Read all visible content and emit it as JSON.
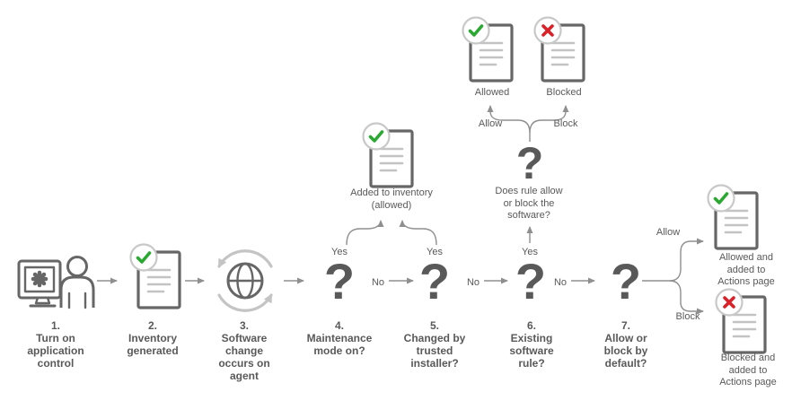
{
  "palette": {
    "text": "#595959",
    "icon_stroke": "#666666",
    "light_stroke": "#c8c8c8",
    "doc_line": "#c3c3c3",
    "connector": "#8f8f8f",
    "sync_arrow": "#c4c4c4",
    "green": "#2aa832",
    "red": "#da2128",
    "background": "#ffffff"
  },
  "glyphs": {
    "question_mark": "?"
  },
  "steps": [
    {
      "id": 1,
      "label": "1.\nTurn on\napplication\ncontrol",
      "icon": "computer-user-icon"
    },
    {
      "id": 2,
      "label": "2.\nInventory\ngenerated",
      "icon": "document-check-icon"
    },
    {
      "id": 3,
      "label": "3.\nSoftware\nchange\noccurs on\nagent",
      "icon": "globe-sync-icon"
    },
    {
      "id": 4,
      "label": "4.\nMaintenance\nmode on?",
      "icon": "question-mark"
    },
    {
      "id": 5,
      "label": "5.\nChanged by\ntrusted\ninstaller?",
      "icon": "question-mark"
    },
    {
      "id": 6,
      "label": "6.\nExisting\nsoftware\nrule?",
      "icon": "question-mark"
    },
    {
      "id": 7,
      "label": "7.\nAllow or\nblock by\ndefault?",
      "icon": "question-mark"
    }
  ],
  "branch_labels": {
    "yes": "Yes",
    "no": "No",
    "allow": "Allow",
    "block": "Block"
  },
  "outcomes": {
    "added_to_inventory": "Added to inventory\n(allowed)",
    "rule_question": "Does rule allow\nor block the\nsoftware?",
    "allowed": "Allowed",
    "blocked": "Blocked",
    "allowed_actions": "Allowed and\nadded to\nActions page",
    "blocked_actions": "Blocked and\nadded to\nActions page"
  }
}
